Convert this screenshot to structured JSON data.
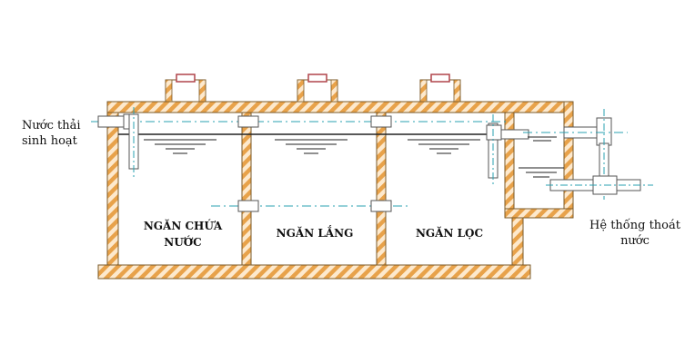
{
  "labels": {
    "inlet_line1": "Nước  thải",
    "inlet_line2": "sinh hoạt",
    "chamber_1_line1": "NGĂN CHỨA",
    "chamber_1_line2": "NƯỚC",
    "chamber_2": "NGĂN LẮNG",
    "chamber_3": "NGĂN LỌC",
    "outlet_line1": "Hệ thống thoát",
    "outlet_line2": "nước"
  },
  "colors": {
    "wall_stripe": "#e8a24a",
    "wall_bg": "#fde9cd",
    "wall_outline": "#7a5a2a",
    "pipe": "#ffffff",
    "pipe_outline": "#555555",
    "centerline": "#2aa0b0"
  }
}
